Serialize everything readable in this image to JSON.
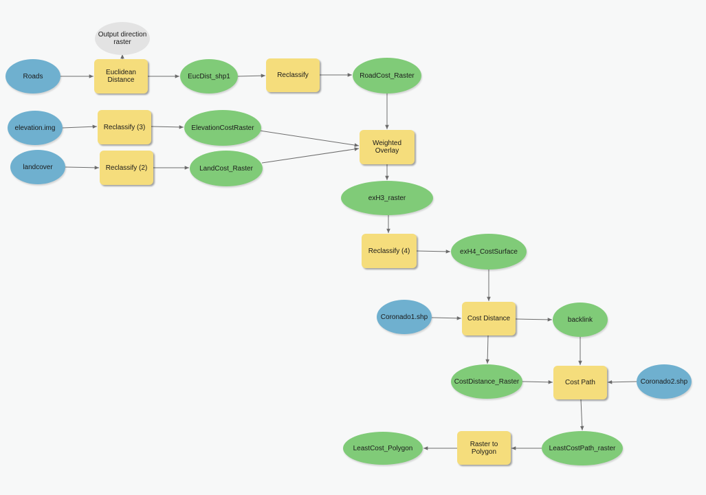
{
  "nodes": {
    "roads": "Roads",
    "output_direction_raster": "Output direction\nraster",
    "euclidean_distance": "Euclidean\nDistance",
    "eucdist_shp1": "EucDist_shp1",
    "reclassify": "Reclassify",
    "roadcost_raster": "RoadCost_Raster",
    "elevation_img": "elevation.img",
    "reclassify_3": "Reclassify (3)",
    "elevationcostraster": "ElevationCostRaster",
    "landcover": "landcover",
    "reclassify_2": "Reclassify (2)",
    "landcost_raster": "LandCost_Raster",
    "weighted_overlay": "Weighted\nOverlay",
    "exh3_raster": "exH3_raster",
    "reclassify_4": "Reclassify (4)",
    "exh4_costsurface": "exH4_CostSurface",
    "coronado1_shp": "Coronado1.shp",
    "cost_distance": "Cost Distance",
    "backlink": "backlink",
    "costdistance_raster": "CostDistance_Raster",
    "cost_path": "Cost Path",
    "coronado2_shp": "Coronado2.shp",
    "leastcostpath_raster": "LeastCostPath_raster",
    "raster_to_polygon": "Raster to\nPolygon",
    "leastcost_polygon": "LeastCost_Polygon"
  },
  "colors": {
    "input_data": "#6fb0cf",
    "output_data": "#80cb78",
    "derived_data": "#e3e3e3",
    "tool": "#f5dd7c",
    "connector": "#6b6b6b"
  }
}
